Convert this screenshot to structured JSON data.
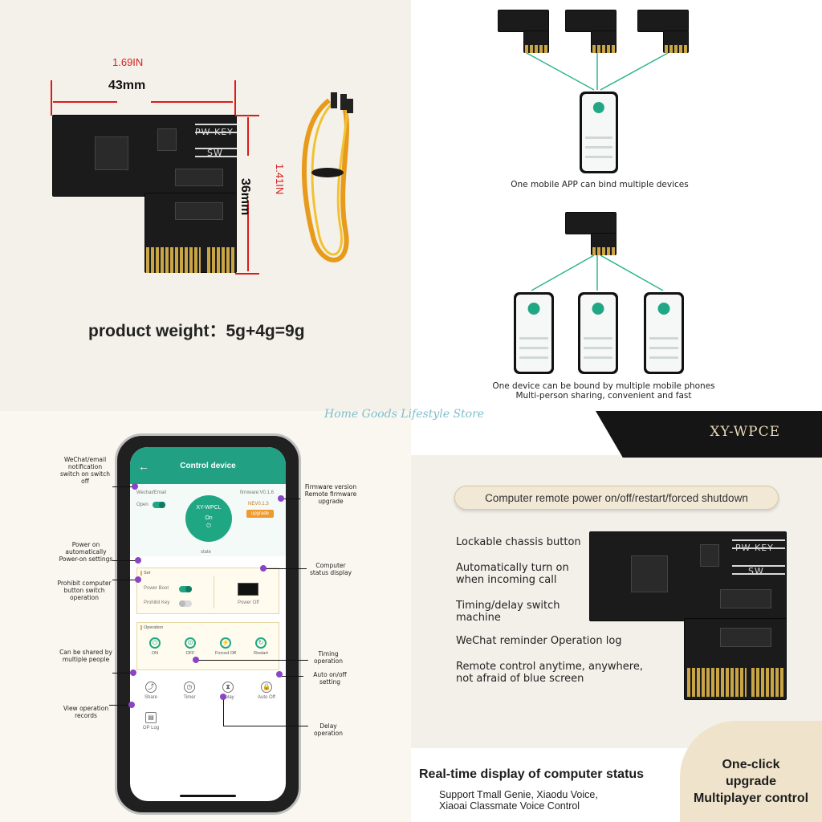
{
  "watermark": "Home Goods Lifestyle Store",
  "dimensions": {
    "width_in": "1.69IN",
    "width_mm": "43mm",
    "height_in": "1.41IN",
    "height_mm": "36mm",
    "silk_pw": "PW KEY",
    "silk_sw": "SW",
    "weight": "product weight：5g+4g=9g"
  },
  "network": {
    "caption_one": "One mobile APP can bind multiple devices",
    "caption_two_line1": "One device can be bound by multiple mobile phones",
    "caption_two_line2": "Multi-person sharing, convenient and fast"
  },
  "app": {
    "header": {
      "back": "←",
      "title": "Control device"
    },
    "email_label": "Wechat/Email",
    "open_label": "Open",
    "device_name": "XY-WPCL",
    "device_state": "On",
    "power_glyph": "⏻",
    "firmware_label": "firmware:V0.1.6",
    "new_firmware": "NEV0.1.3",
    "upgrade_btn": "upgrade",
    "state_label": "state",
    "set_title": "Set",
    "power_boot": "Power Boot",
    "prohibit_key": "Prohibit Key",
    "monitor_label": "Power Off",
    "operation_title": "Operation",
    "ops": [
      {
        "label": "ON",
        "glyph": "⏻"
      },
      {
        "label": "OFF",
        "glyph": "⏼"
      },
      {
        "label": "Forced Off",
        "glyph": "⚡"
      },
      {
        "label": "Restart",
        "glyph": "↻"
      }
    ],
    "functions": [
      {
        "label": "Share",
        "glyph": "⤴"
      },
      {
        "label": "Timer",
        "glyph": "◷"
      },
      {
        "label": "Delay",
        "glyph": "⧗"
      },
      {
        "label": "Auto Off",
        "glyph": "🔒"
      }
    ],
    "op_log": "OP Log",
    "op_log_glyph": "▤"
  },
  "callouts": {
    "wechat": "WeChat/email notification switch on switch off",
    "power_on": "Power on automatically Power-on settings",
    "prohibit": "Prohibit computer button switch operation",
    "share": "Can be shared by multiple people",
    "view": "View operation records",
    "firmware": "Firmware version Remote firmware upgrade",
    "status": "Computer status display",
    "timing": "Timing operation",
    "auto": "Auto on/off setting",
    "delay": "Delay operation"
  },
  "product": {
    "model": "XY-WPCE",
    "headline": "Computer remote power on/off/restart/forced shutdown",
    "features": [
      "Lockable chassis button",
      "Automatically turn on when incoming call",
      "Timing/delay switch machine",
      "WeChat reminder Operation log",
      "Remote control anytime, anywhere, not afraid of blue screen"
    ],
    "footer_title": "Real-time display of computer status",
    "footer_sub1": "Support Tmall Genie, Xiaodu Voice,",
    "footer_sub2": "Xiaoai Classmate Voice Control",
    "card_line1": "One-click",
    "card_line2": "upgrade",
    "card_line3": "Multiplayer control"
  },
  "colors": {
    "accent_green": "#1fa784",
    "callout_dot": "#8b44c6",
    "dim_red": "#d52020",
    "gold": "#c9a545"
  }
}
